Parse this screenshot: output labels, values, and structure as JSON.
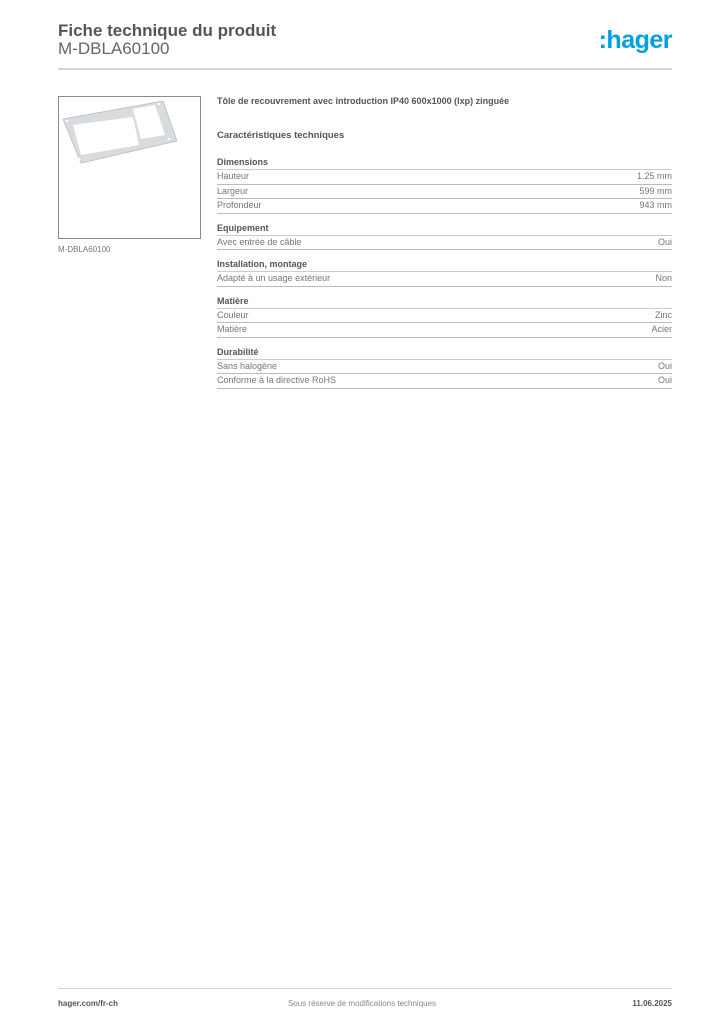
{
  "header": {
    "title": "Fiche technique du produit",
    "reference": "M-DBLA60100",
    "logo": ":hager",
    "brand_color": "#00a0e3"
  },
  "product": {
    "image_caption": "M-DBLA60100",
    "description": "Tôle de recouvrement avec introduction IP40 600x1000 (lxp) zinguée"
  },
  "characteristics_title": "Caractéristiques techniques",
  "sections": [
    {
      "title": "Dimensions",
      "rows": [
        {
          "label": "Hauteur",
          "value": "1.25 mm"
        },
        {
          "label": "Largeur",
          "value": "599 mm"
        },
        {
          "label": "Profondeur",
          "value": "943 mm"
        }
      ]
    },
    {
      "title": "Equipement",
      "rows": [
        {
          "label": "Avec entrée de câble",
          "value": "Oui"
        }
      ]
    },
    {
      "title": "Installation, montage",
      "rows": [
        {
          "label": "Adapté à un usage extérieur",
          "value": "Non"
        }
      ]
    },
    {
      "title": "Matière",
      "rows": [
        {
          "label": "Couleur",
          "value": "Zinc"
        },
        {
          "label": "Matière",
          "value": "Acier"
        }
      ]
    },
    {
      "title": "Durabilité",
      "rows": [
        {
          "label": "Sans halogène",
          "value": "Oui"
        },
        {
          "label": "Conforme à la directive RoHS",
          "value": "Oui"
        }
      ]
    }
  ],
  "footer": {
    "website": "hager.com/fr-ch",
    "disclaimer": "Sous réserve de modifications techniques",
    "date": "11.06.2025"
  }
}
